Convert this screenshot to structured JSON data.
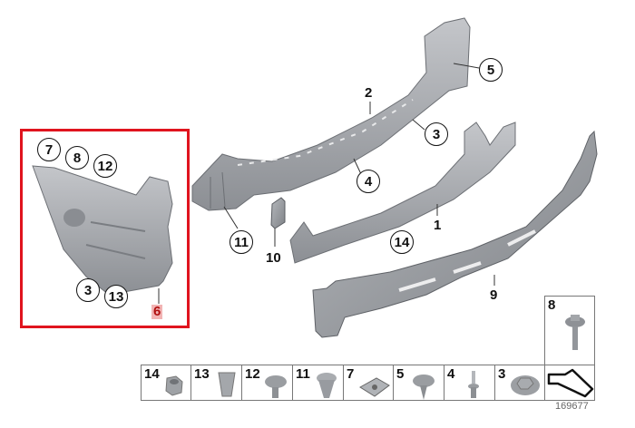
{
  "diagram": {
    "type": "parts-exploded-view",
    "reference_number": "169677",
    "highlight_color": "#e0141e",
    "part_color": "#9a9da2",
    "highlighted_group": {
      "part_label": "6",
      "callouts": [
        "7",
        "8",
        "12",
        "3",
        "13"
      ]
    },
    "callouts": [
      {
        "id": "5",
        "kind": "circle"
      },
      {
        "id": "2",
        "kind": "plain"
      },
      {
        "id": "3",
        "kind": "circle"
      },
      {
        "id": "4",
        "kind": "circle"
      },
      {
        "id": "1",
        "kind": "plain"
      },
      {
        "id": "14",
        "kind": "circle"
      },
      {
        "id": "11",
        "kind": "circle"
      },
      {
        "id": "10",
        "kind": "plain"
      },
      {
        "id": "9",
        "kind": "plain"
      }
    ],
    "parts": [
      {
        "id": "1",
        "name": "bumper-carrier"
      },
      {
        "id": "2",
        "name": "upper-carrier"
      },
      {
        "id": "9",
        "name": "impact-absorber"
      },
      {
        "id": "10",
        "name": "bracket-plate"
      },
      {
        "id": "6",
        "name": "side-panel-bracket"
      }
    ],
    "hardware_table": [
      {
        "num": "14",
        "icon": "hex-nut-icon"
      },
      {
        "num": "13",
        "icon": "expanding-nut-icon"
      },
      {
        "num": "12",
        "icon": "collar-screw-icon"
      },
      {
        "num": "11",
        "icon": "plastic-rivet-icon"
      },
      {
        "num": "7",
        "icon": "clip-nut-icon"
      },
      {
        "num": "5",
        "icon": "tapping-screw-icon"
      },
      {
        "num": "4",
        "icon": "screw-washer-icon"
      },
      {
        "num": "3",
        "icon": "flange-nut-icon"
      }
    ],
    "hardware_extra": {
      "num": "8",
      "icon": "hex-bolt-icon"
    },
    "nav_icon": "arrow-icon"
  }
}
